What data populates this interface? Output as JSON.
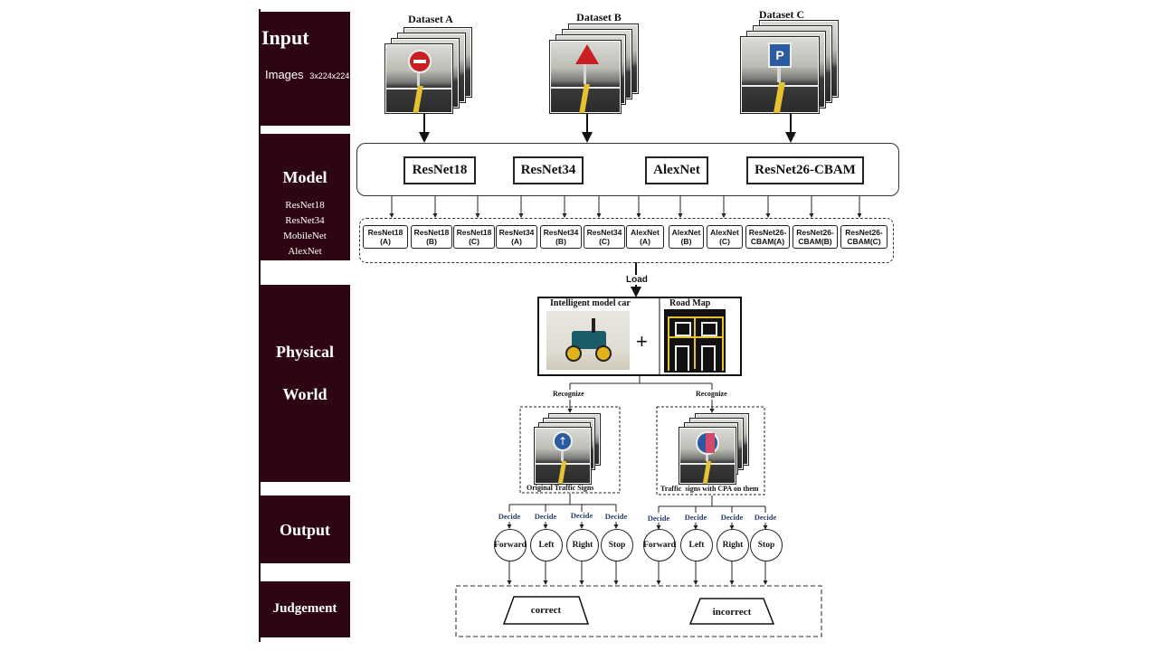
{
  "stages": {
    "input": {
      "title": "Input",
      "subtitle": "Images",
      "size": "3x224x224"
    },
    "model": {
      "title": "Model",
      "items": [
        "ResNet18",
        "ResNet34",
        "MobileNet",
        "AlexNet"
      ]
    },
    "physical": {
      "title_line1": "Physical",
      "title_line2": "World"
    },
    "output": {
      "title": "Output"
    },
    "judgement": {
      "title": "Judgement"
    }
  },
  "datasets": [
    "Dataset A",
    "Dataset B",
    "Dataset C"
  ],
  "models": [
    "ResNet18",
    "ResNet34",
    "AlexNet",
    "ResNet26-CBAM"
  ],
  "variants": [
    [
      "ResNet18",
      "(A)"
    ],
    [
      "ResNet18",
      "(B)"
    ],
    [
      "ResNet18",
      "(C)"
    ],
    [
      "ResNet34",
      "(A)"
    ],
    [
      "ResNet34",
      "(B)"
    ],
    [
      "ResNet34",
      "(C)"
    ],
    [
      "AlexNet",
      "(A)"
    ],
    [
      "AlexNet",
      "(B)"
    ],
    [
      "AlexNet",
      "(C)"
    ],
    [
      "ResNet26-",
      "CBAM(A)"
    ],
    [
      "ResNet26-",
      "CBAM(B)"
    ],
    [
      "ResNet26-",
      "CBAM(C)"
    ]
  ],
  "load_label": "Load",
  "physical": {
    "car_label": "Intelligent model car",
    "plus": "+",
    "map_label": "Road Map"
  },
  "recognize_label": "Recognize",
  "original_signs_label": "Original Traffic Signs",
  "cpa_signs_label": "Traffic  signs with CPA on them",
  "decide_label": "Decide",
  "decisions": [
    "Forward",
    "Left",
    "Right",
    "Stop"
  ],
  "judgement": {
    "correct": "correct",
    "incorrect": "incorrect"
  },
  "colors": {
    "stage_bg": "#2e0613",
    "decide_text": "#2b3f6b"
  }
}
